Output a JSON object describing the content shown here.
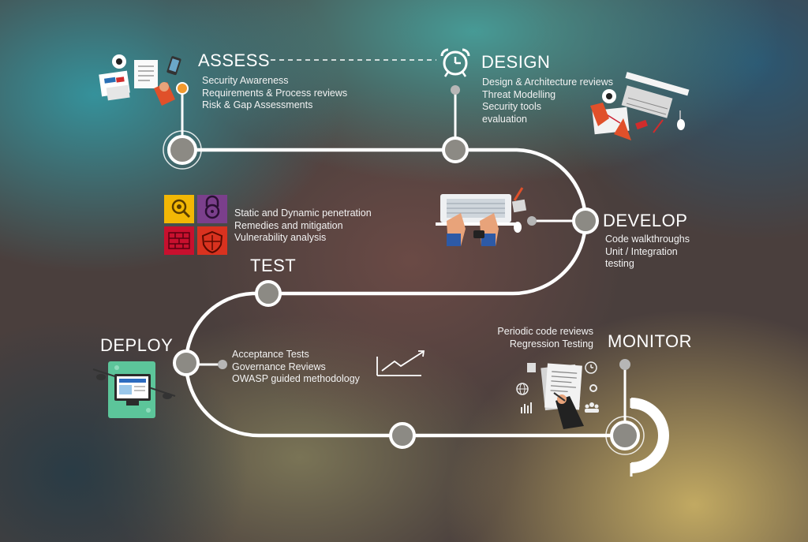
{
  "stages": {
    "assess": {
      "title": "ASSESS",
      "items": [
        "Security Awareness",
        "Requirements & Process reviews",
        "Risk & Gap Assessments"
      ]
    },
    "design": {
      "title": "DESIGN",
      "items": [
        "Design & Architecture reviews",
        "Threat Modelling",
        "Security tools",
        "evaluation"
      ]
    },
    "develop": {
      "title": "DEVELOP",
      "items": [
        "Code walkthroughs",
        "Unit / Integration",
        "testing"
      ]
    },
    "test": {
      "title": "TEST",
      "items": [
        "Static and Dynamic penetration",
        "Remedies and mitigation",
        "Vulnerability analysis"
      ]
    },
    "deploy": {
      "title": "DEPLOY",
      "items": [
        "Acceptance Tests",
        "Governance Reviews",
        "OWASP guided methodology"
      ]
    },
    "monitor": {
      "title": "MONITOR",
      "items": [
        "Periodic code reviews",
        "Regression Testing"
      ]
    }
  },
  "icons": {
    "assess": "documents-and-clock-icon",
    "design": "alarm-clock-icon",
    "design_illustration": "keyboard-and-drawing-icon",
    "develop_illustration": "laptop-typing-icon",
    "test_tiles": [
      "magnifier-tile-icon",
      "lock-tile-icon",
      "brick-wall-tile-icon",
      "shield-tile-icon"
    ],
    "deploy_illustration": "drone-screen-icon",
    "trend": "trend-up-chart-icon",
    "monitor_illustration": "report-review-icon"
  },
  "colors": {
    "path": "#ffffff",
    "node_fill": "#8c8a84",
    "tile_yellow": "#f2b705",
    "tile_purple": "#7b3f8c",
    "tile_red": "#c8102e",
    "tile_redorange": "#d9321f",
    "deploy_green": "#5cc59a"
  }
}
